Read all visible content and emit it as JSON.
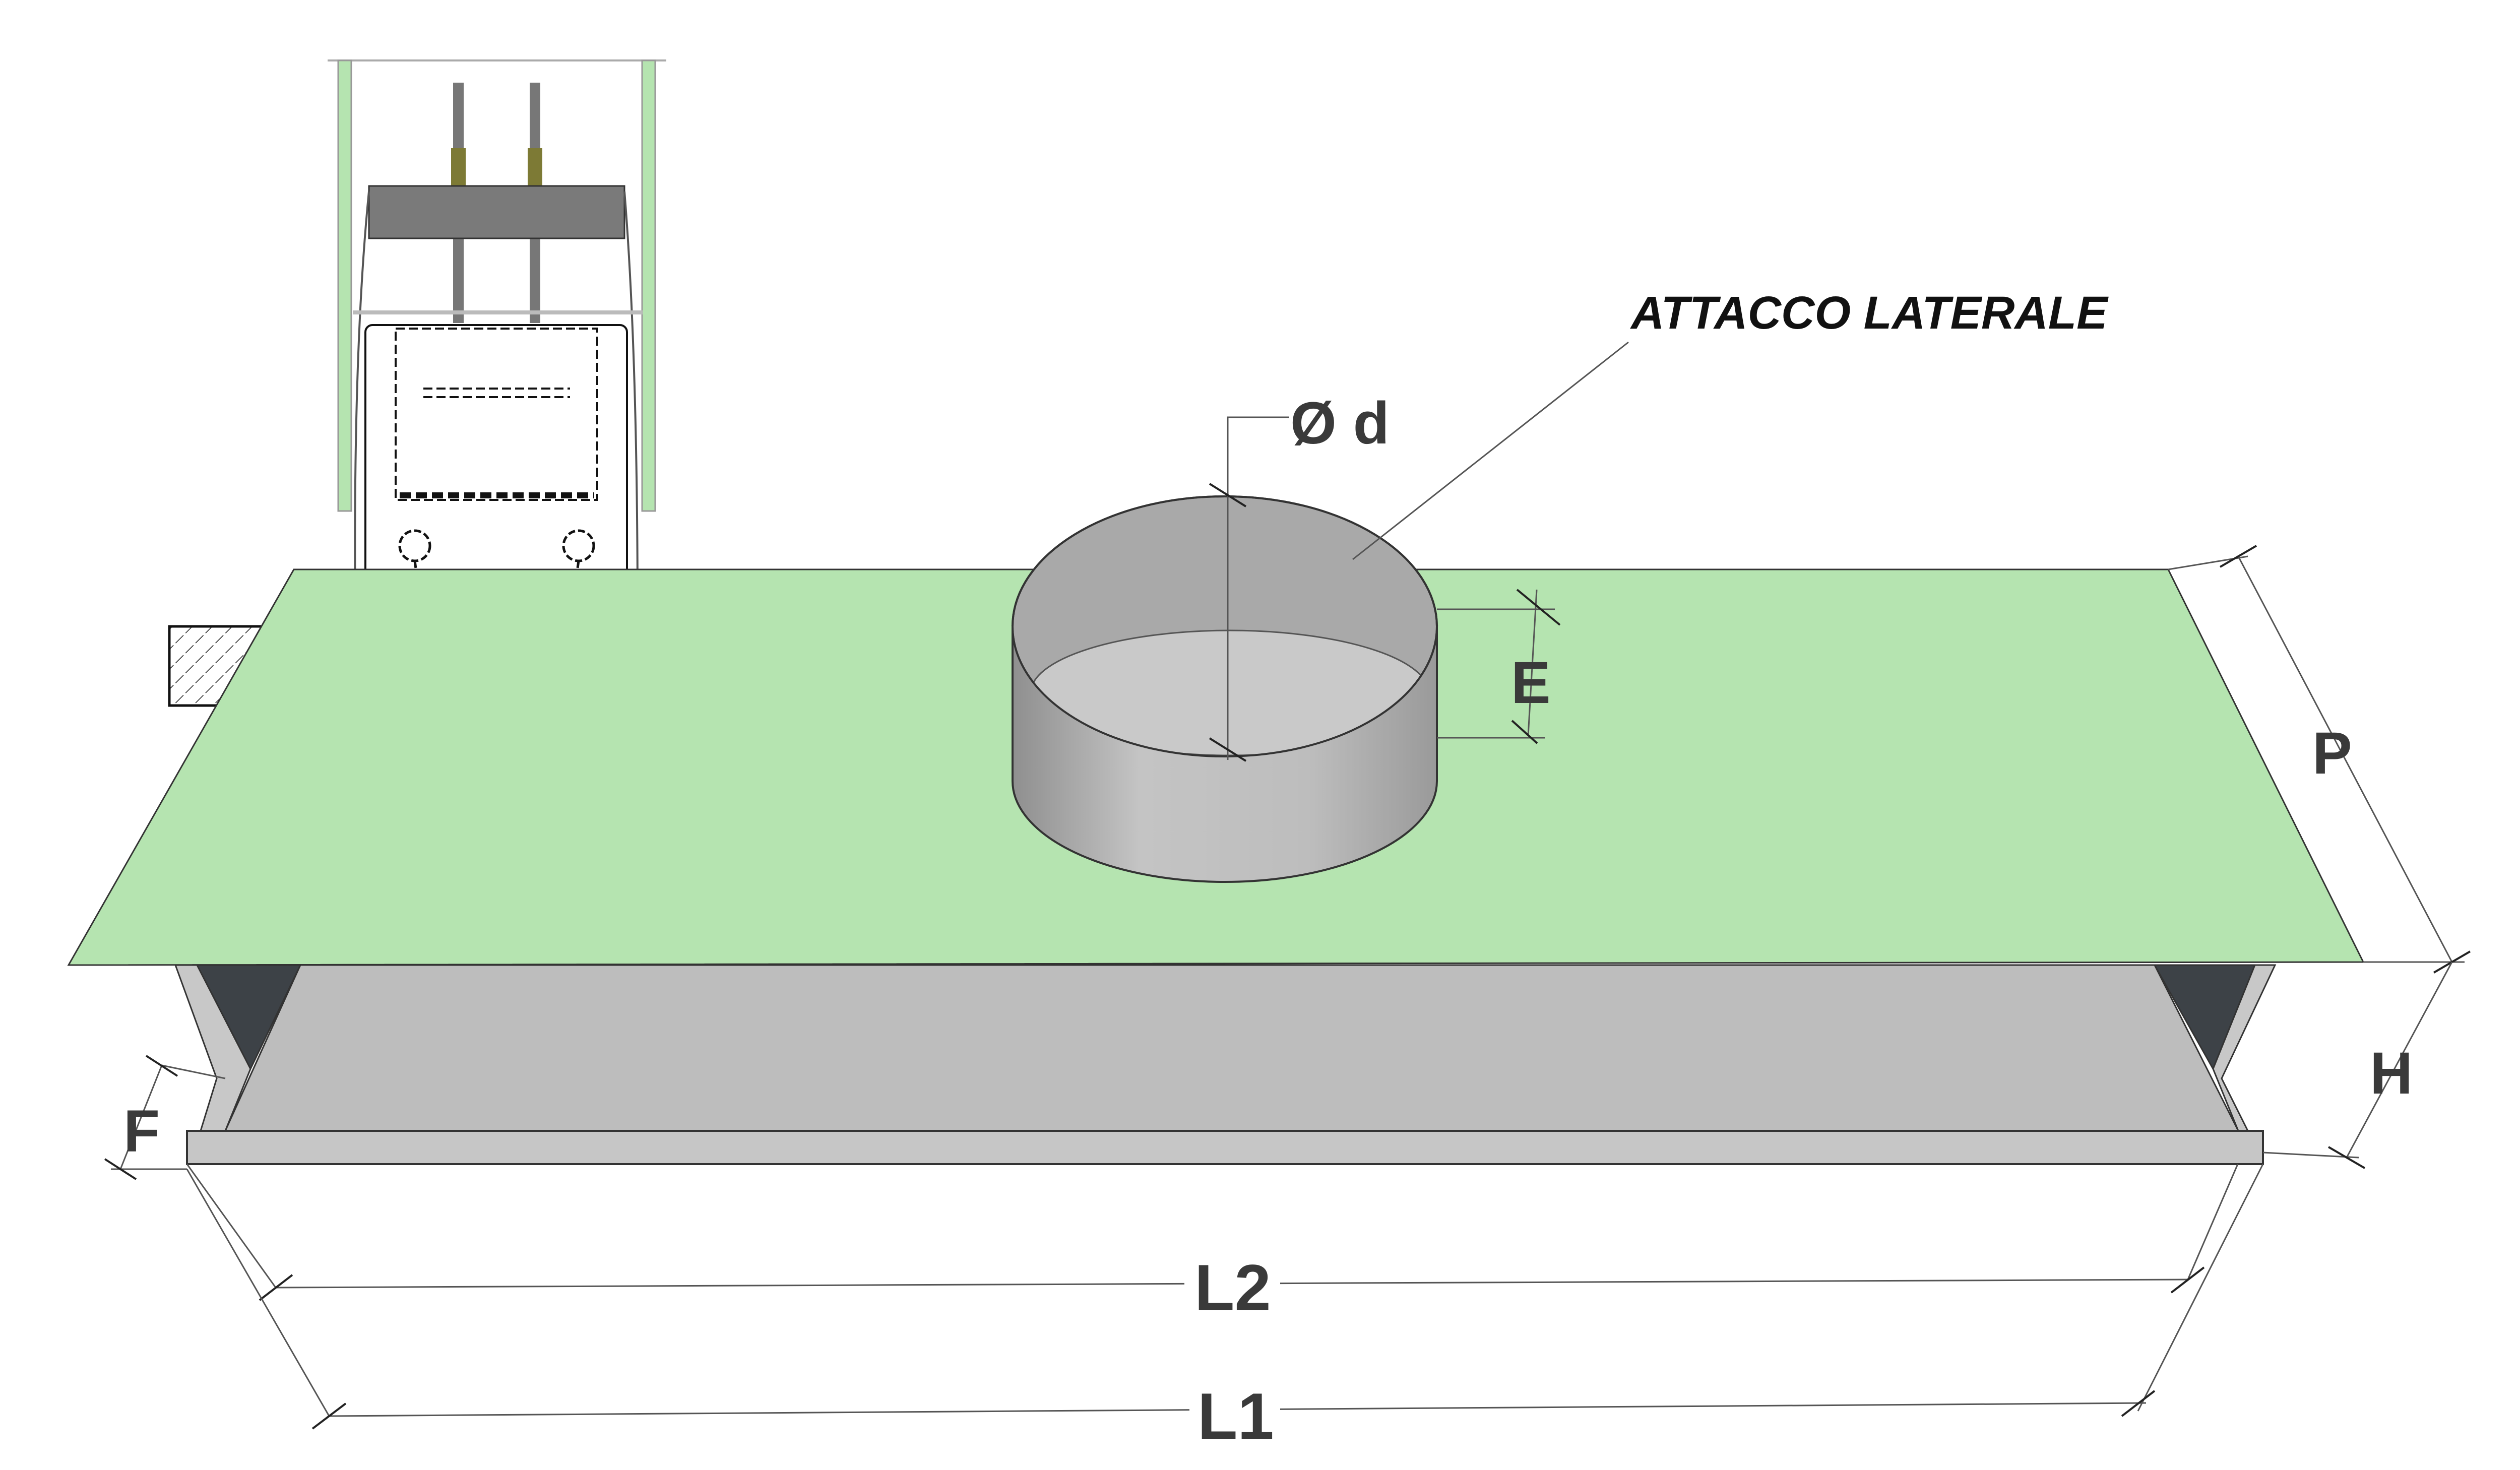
{
  "labels": {
    "callout": "ATTACCO LATERALE",
    "diameter": "Ø d",
    "E": "E",
    "P": "P",
    "H": "H",
    "F": "F",
    "L2": "L2",
    "L1": "L1"
  },
  "colors": {
    "plate": "#b5e4b0",
    "metal": "#b9b9b9",
    "dark_side": "#3d4247",
    "inset_bar": "#7a7a7a",
    "nut": "#7d7a35"
  }
}
